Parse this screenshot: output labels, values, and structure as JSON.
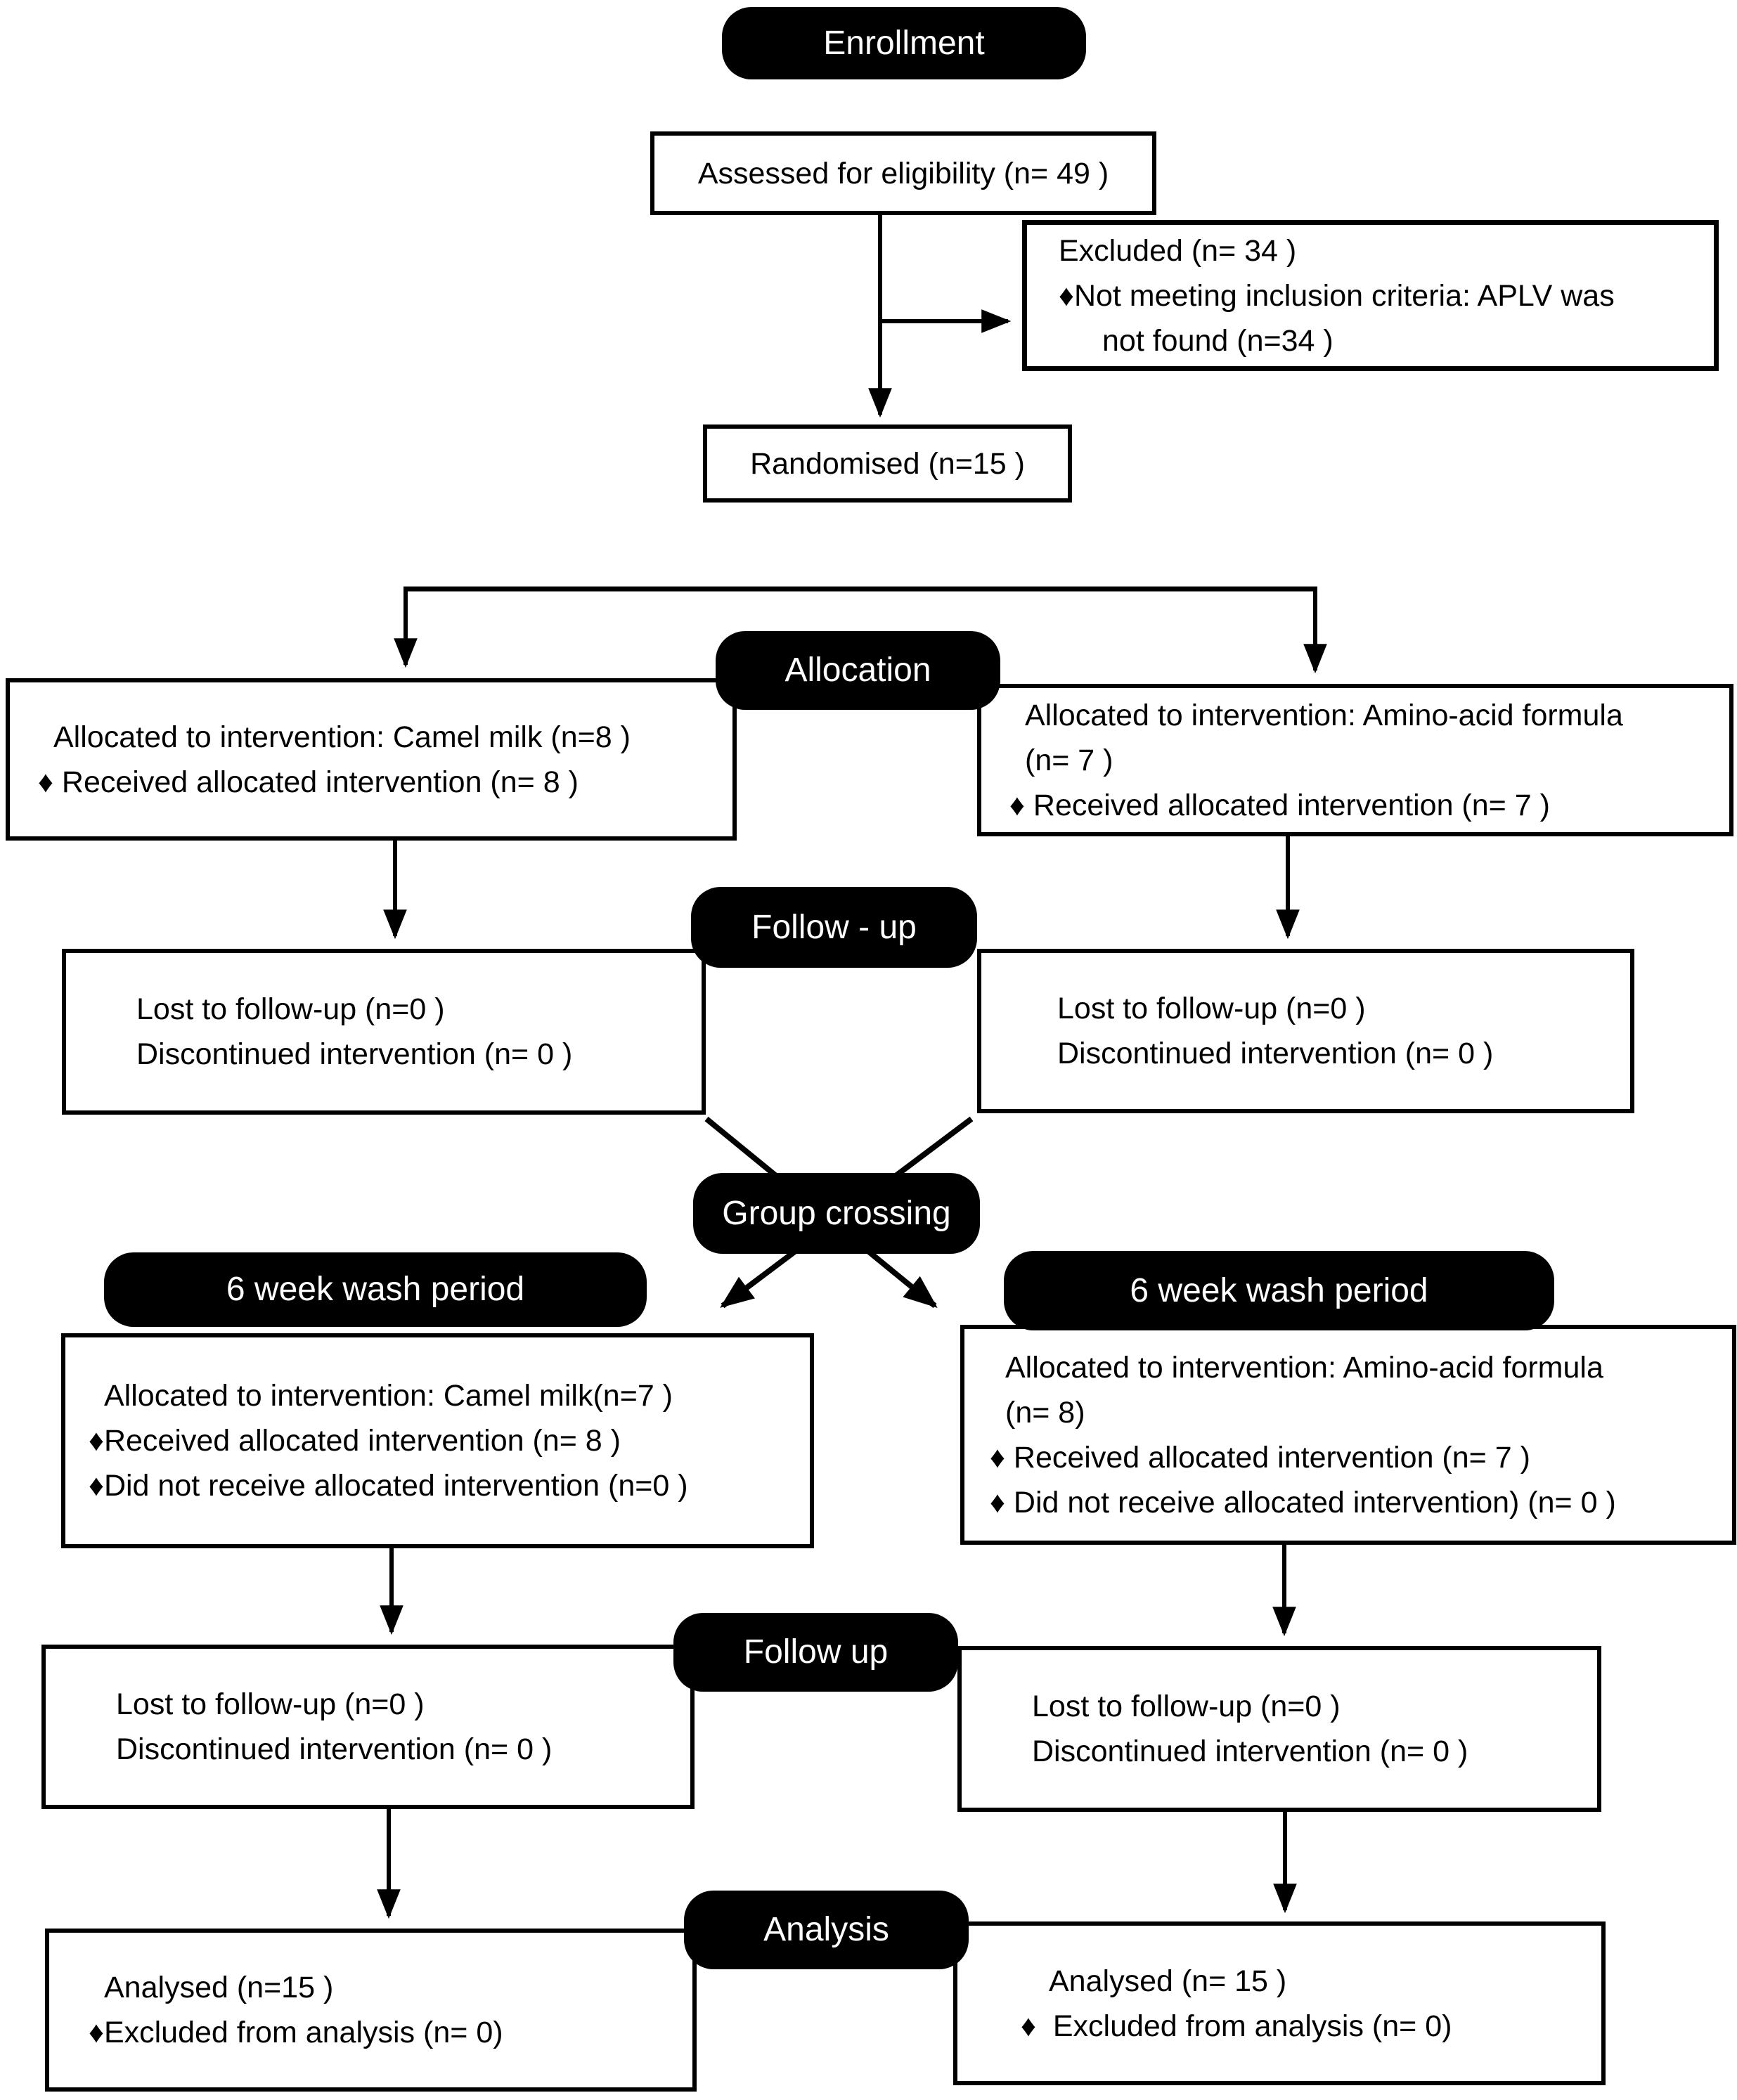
{
  "stages": {
    "enrollment": {
      "label": "Enrollment"
    },
    "allocation": {
      "label": "Allocation"
    },
    "followup1": {
      "label": "Follow - up"
    },
    "group_crossing": {
      "label": "Group crossing"
    },
    "wash_left": {
      "label": "6 week wash period"
    },
    "wash_right": {
      "label": "6 week wash period"
    },
    "followup2": {
      "label": "Follow up"
    },
    "analysis": {
      "label": "Analysis"
    }
  },
  "boxes": {
    "assessed": {
      "lines": [
        "Assessed for eligibility (n= 49 )"
      ]
    },
    "excluded": {
      "lines": [
        "Excluded (n= 34 )",
        "♦Not meeting inclusion criteria: APLV was",
        "not found (n=34 )"
      ]
    },
    "randomised": {
      "lines": [
        "Randomised (n=15 )"
      ]
    },
    "alloc_left": {
      "lines": [
        "Allocated to intervention: Camel milk (n=8 )",
        "♦ Received allocated intervention (n= 8 )"
      ]
    },
    "alloc_right": {
      "lines": [
        "Allocated to intervention: Amino-acid formula",
        "(n= 7 )",
        "♦ Received allocated intervention (n= 7 )"
      ]
    },
    "follow_left": {
      "lines": [
        "Lost to follow-up (n=0 )",
        "Discontinued intervention (n= 0 )"
      ]
    },
    "follow_right": {
      "lines": [
        "Lost to follow-up (n=0 )",
        "Discontinued intervention (n= 0 )"
      ]
    },
    "alloc2_left": {
      "lines": [
        "Allocated to intervention: Camel milk(n=7 )",
        "♦Received allocated intervention (n= 8 )",
        "♦Did not receive allocated intervention (n=0 )"
      ]
    },
    "alloc2_right": {
      "lines": [
        "Allocated to intervention: Amino-acid formula",
        "(n= 8)",
        "♦ Received allocated intervention (n= 7 )",
        "♦ Did not receive allocated intervention) (n= 0 )"
      ]
    },
    "follow2_left": {
      "lines": [
        "Lost to follow-up (n=0 )",
        "Discontinued intervention (n= 0 )"
      ]
    },
    "follow2_right": {
      "lines": [
        "Lost to follow-up (n=0 )",
        "Discontinued intervention (n= 0 )"
      ]
    },
    "analysis_left": {
      "lines": [
        "Analysed (n=15 )",
        "♦Excluded from analysis (n= 0)"
      ]
    },
    "analysis_right": {
      "lines": [
        "Analysed (n= 15 )",
        "♦  Excluded from analysis (n= 0)"
      ]
    }
  },
  "colors": {
    "stage_fill": "#000000",
    "stage_text": "#ffffff",
    "box_border": "#000000",
    "box_text": "#000000",
    "background": "#ffffff"
  }
}
